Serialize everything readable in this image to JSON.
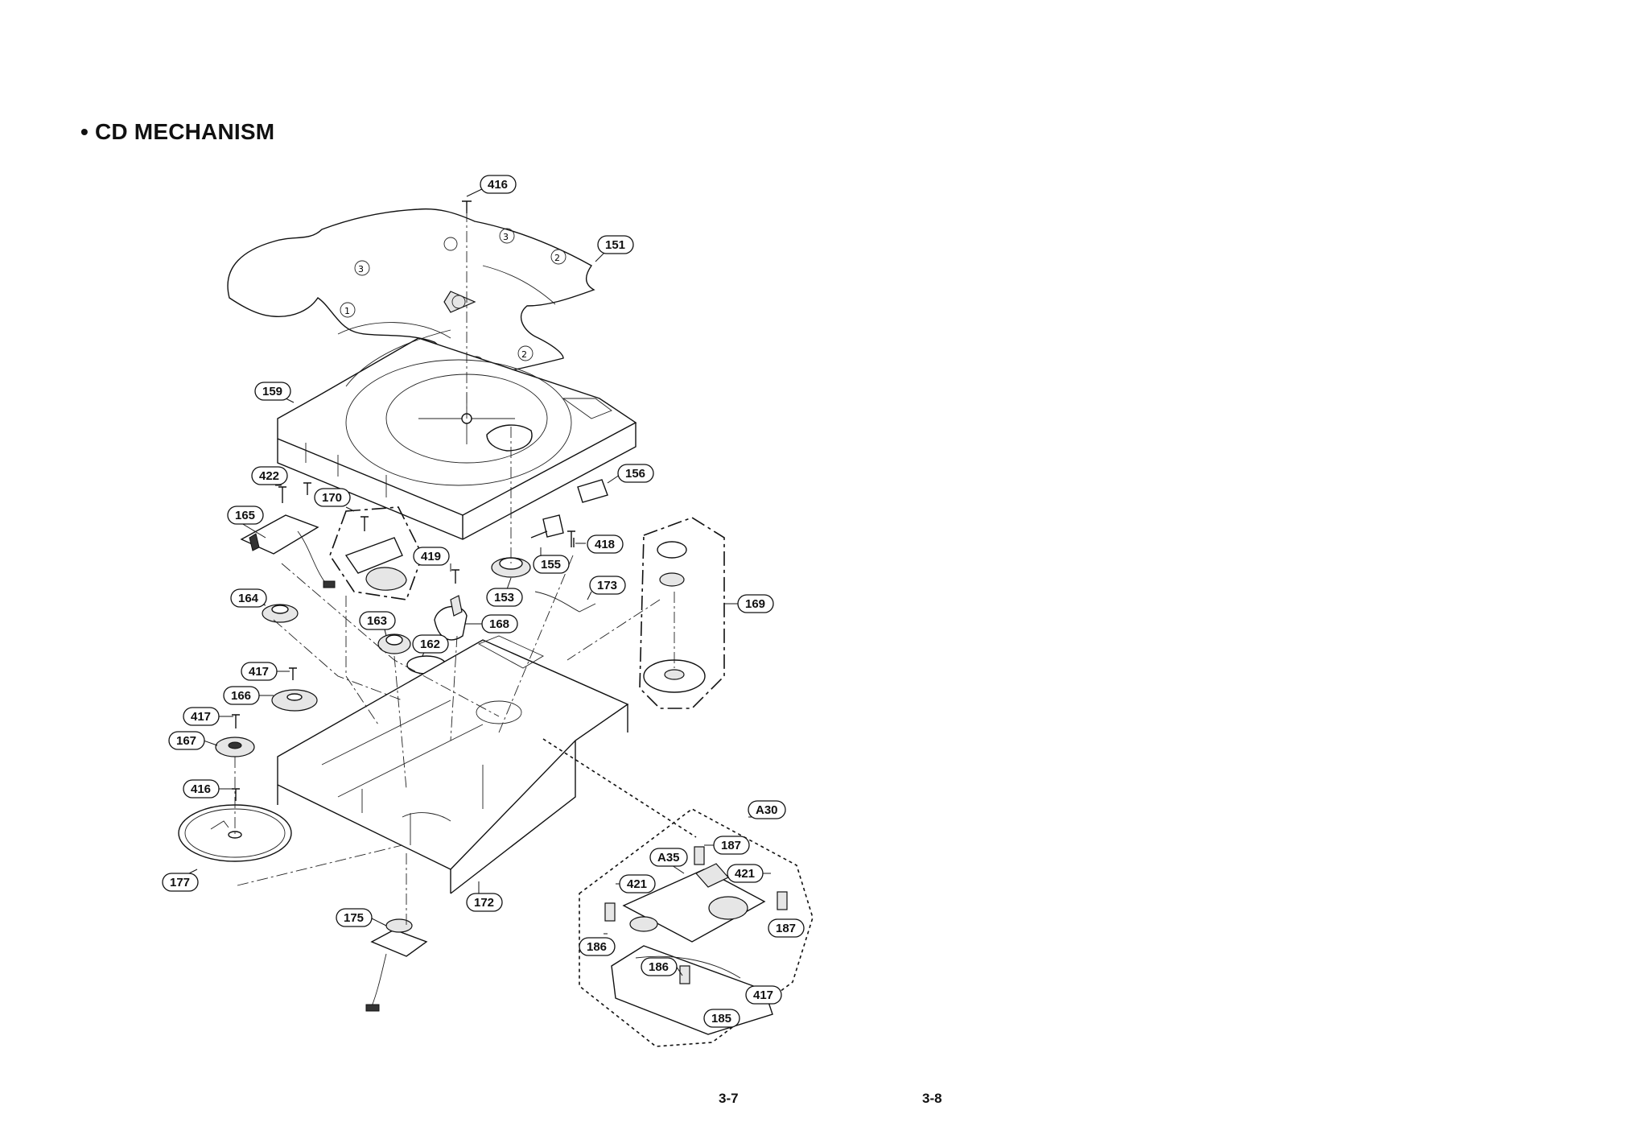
{
  "header": {
    "title": "• CD MECHANISM"
  },
  "footer": {
    "page_left": "3-7",
    "page_right": "3-8"
  },
  "parts": {
    "p416a": "416",
    "p151": "151",
    "p159": "159",
    "p422": "422",
    "p170": "170",
    "p165": "165",
    "p156": "156",
    "p418": "418",
    "p419": "419",
    "p155": "155",
    "p153": "153",
    "p173": "173",
    "p169": "169",
    "p164": "164",
    "p163": "163",
    "p162": "162",
    "p168": "168",
    "p417a": "417",
    "p166": "166",
    "p417b": "417",
    "p167": "167",
    "p416b": "416",
    "p177": "177",
    "p175": "175",
    "p172": "172",
    "pA30": "A30",
    "p187a": "187",
    "pA35": "A35",
    "p421a": "421",
    "p421b": "421",
    "p186a": "186",
    "p187b": "187",
    "p186b": "186",
    "p417c": "417",
    "p185": "185"
  }
}
